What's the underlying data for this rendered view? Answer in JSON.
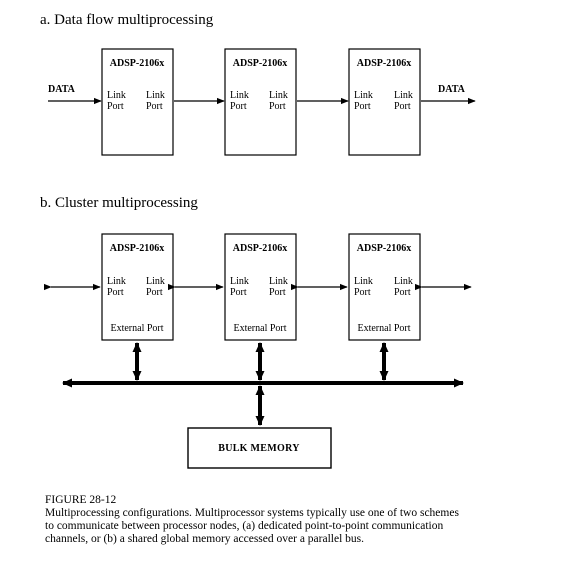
{
  "section_a": {
    "title": "a.  Data flow multiprocessing",
    "chip_label": "ADSP-2106x",
    "port_line1": "Link",
    "port_line2": "Port",
    "input_label": "DATA",
    "output_label": "DATA"
  },
  "section_b": {
    "title": "b.  Cluster multiprocessing",
    "chip_label": "ADSP-2106x",
    "port_line1": "Link",
    "port_line2": "Port",
    "external_port_label": "External Port",
    "memory_label": "BULK MEMORY"
  },
  "caption": {
    "figure_label": "FIGURE 28-12",
    "lines": [
      "Multiprocessing configurations.  Multiprocessor systems typically use one of two schemes",
      "to communicate between processor nodes, (a) dedicated point-to-point communication",
      "channels, or (b) a shared global memory accessed over a parallel bus."
    ]
  }
}
